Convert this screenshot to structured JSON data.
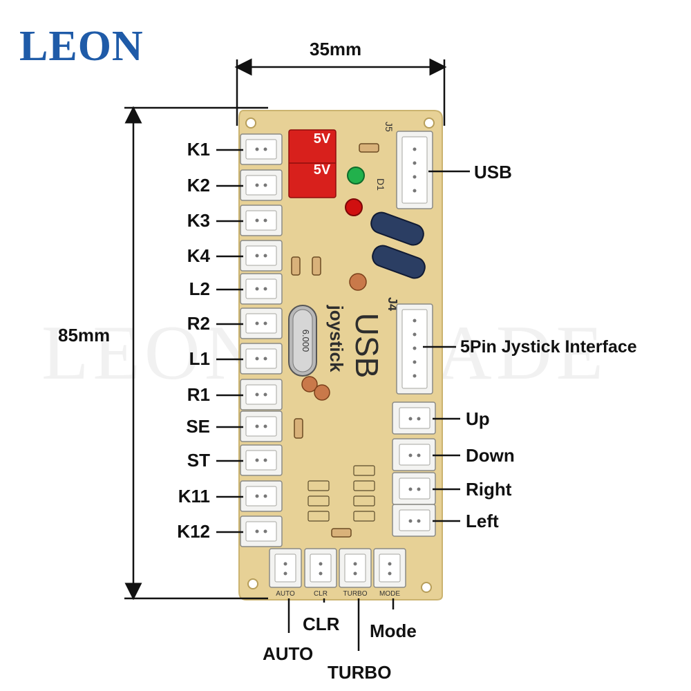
{
  "brand": {
    "logo_text": "LEON",
    "watermark": "LEONARCADE"
  },
  "dimensions": {
    "width_label": "35mm",
    "height_label": "85mm"
  },
  "left_connectors": [
    "K1",
    "K2",
    "K3",
    "K4",
    "L2",
    "R2",
    "L1",
    "R1",
    "SE",
    "ST",
    "K11",
    "K12"
  ],
  "right_connectors": {
    "usb": "USB",
    "joystick": "5Pin Jystick Interface",
    "directions": [
      "Up",
      "Down",
      "Right",
      "Left"
    ]
  },
  "bottom_connectors": [
    "AUTO",
    "CLR",
    "TURBO",
    "Mode"
  ],
  "board": {
    "power_labels": [
      "5V",
      "5V"
    ],
    "silk_title": "USB",
    "silk_subtitle": "joystick",
    "crystal": "6.000",
    "j5": "J5",
    "j4": "J4",
    "d1": "D1",
    "bottom_silk": [
      "AUTO",
      "CLR",
      "TURBO",
      "MODE"
    ]
  },
  "colors": {
    "board": "#e7d196",
    "connector": "#f3f3f1",
    "power_block": "#d8201c",
    "led_green": "#22b14c",
    "led_red": "#d01010",
    "capacitor": "#2b3e63",
    "logo": "#1f5ba8"
  }
}
